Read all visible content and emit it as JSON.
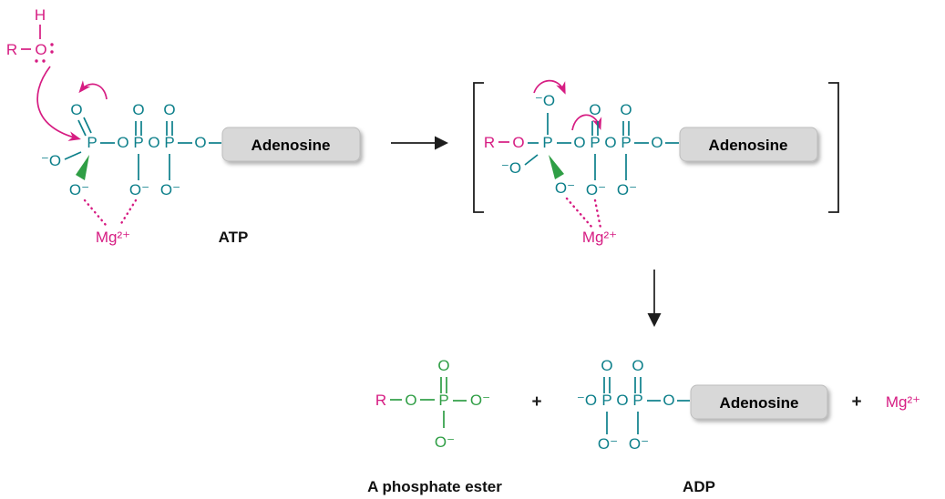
{
  "colors": {
    "magenta": "#d61c82",
    "teal": "#0c7f8a",
    "green": "#2f9e45",
    "black": "#1d1d1d",
    "adenosine_box_fill": "#d8d8d8",
    "adenosine_box_border": "#bdbdbd"
  },
  "atoms": {
    "H": "H",
    "R": "R",
    "O": "O",
    "P": "P",
    "O_minus": "O⁻",
    "minus_O": "⁻O"
  },
  "ions": {
    "mg": "Mg²⁺"
  },
  "operators": {
    "plus": "+"
  },
  "labels": {
    "adenosine": "Adenosine",
    "atp": "ATP",
    "adp": "ADP",
    "phosphate_ester": "A phosphate ester"
  }
}
